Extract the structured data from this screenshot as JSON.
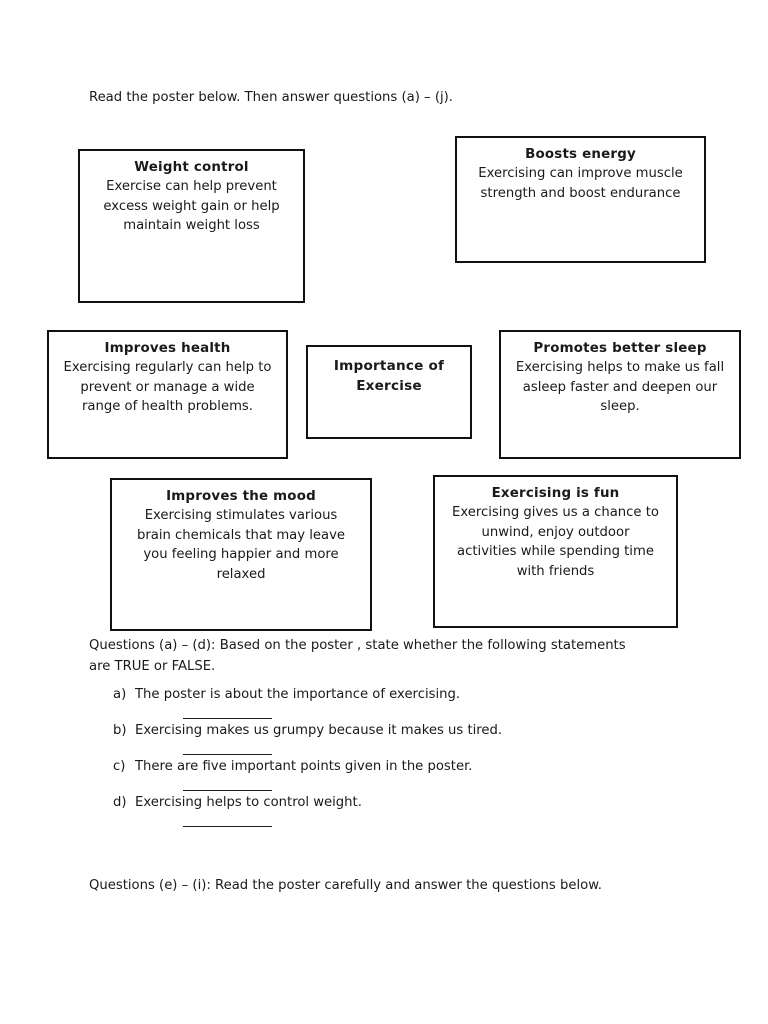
{
  "instruction": "Read the poster below. Then answer questions (a) – (j).",
  "poster": {
    "boxes": [
      {
        "name": "weight-control",
        "title": "Weight control",
        "lines": [
          "Exercise can help prevent",
          "excess weight gain or help",
          "maintain  weight loss"
        ]
      },
      {
        "name": "boosts-energy",
        "title": "Boosts energy",
        "lines": [
          "Exercising can improve muscle",
          "strength and boost endurance"
        ]
      },
      {
        "name": "improves-health",
        "title": "Improves health",
        "lines": [
          "Exercising regularly can help to",
          "prevent or manage a wide",
          "range of health problems."
        ]
      },
      {
        "name": "center-topic",
        "title_line1": "Importance of",
        "title_line2": "Exercise",
        "lines": []
      },
      {
        "name": "promotes-better-sleep",
        "title": "Promotes better sleep",
        "lines": [
          "Exercising helps to make us fall",
          "asleep faster and deepen our",
          "sleep."
        ]
      },
      {
        "name": "improves-the-mood",
        "title": "Improves the mood",
        "lines": [
          "Exercising stimulates various",
          "brain chemicals that may leave",
          "you feeling happier and more",
          "relaxed"
        ]
      },
      {
        "name": "exercising-is-fun",
        "title": "Exercising is fun",
        "lines": [
          "Exercising gives us a chance to",
          "unwind, enjoy outdoor",
          "activities while spending time",
          "with friends"
        ]
      }
    ]
  },
  "questions_ad": {
    "intro_line1": "Questions (a) – (d): Based on the poster , state whether the following statements",
    "intro_line2": "are TRUE or FALSE.",
    "items": [
      {
        "letter": "a)",
        "text": "The poster is about the importance of exercising."
      },
      {
        "letter": "b)",
        "text": "Exercising makes us grumpy because it makes us tired."
      },
      {
        "letter": "c)",
        "text": "There are five important points given in the poster."
      },
      {
        "letter": "d)",
        "text": "Exercising helps to control weight."
      }
    ]
  },
  "questions_ei": {
    "intro": "Questions (e) – (i):  Read the poster carefully and answer the questions below."
  }
}
